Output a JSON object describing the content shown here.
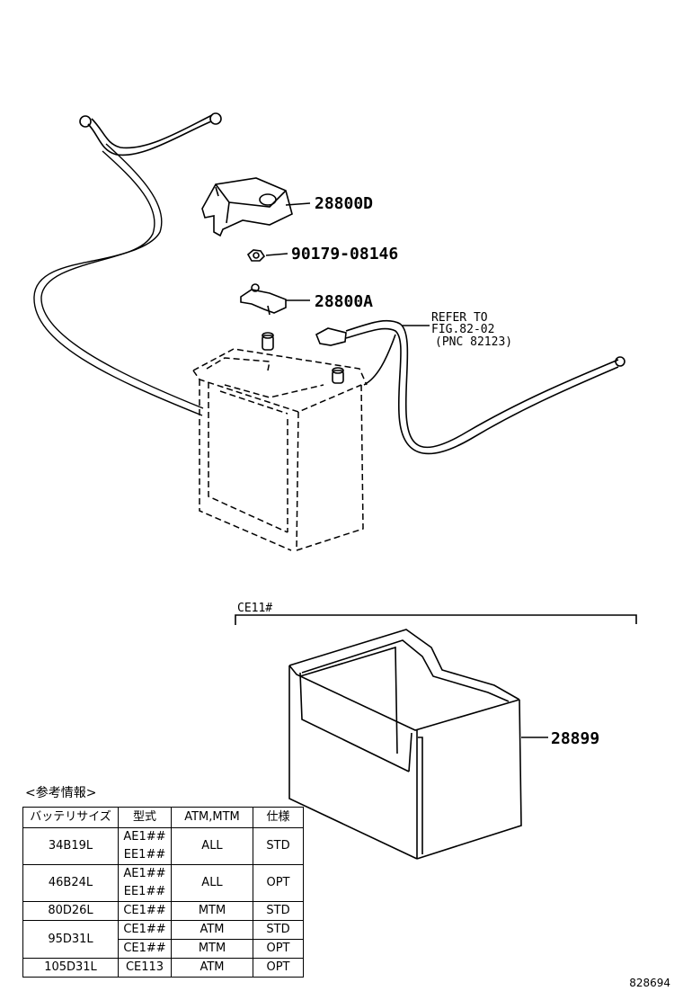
{
  "labels": {
    "cover": "28800D",
    "nut": "90179-08146",
    "clamp": "28800A",
    "tray": "28899",
    "refer_line1": "REFER TO",
    "refer_line2": "FIG.82-02",
    "refer_line3": "(PNC 82123)",
    "model_range": "CE11#"
  },
  "table": {
    "title": "<参考情報>",
    "headers": [
      "バッテリサイズ",
      "型式",
      "ATM,MTM",
      "仕様"
    ],
    "rows": [
      {
        "size": "34B19L",
        "model1": "AE1##",
        "model2": "EE1##",
        "trans": "ALL",
        "spec": "STD"
      },
      {
        "size": "46B24L",
        "model1": "AE1##",
        "model2": "EE1##",
        "trans": "ALL",
        "spec": "OPT"
      },
      {
        "size": "80D26L",
        "model1": "CE1##",
        "trans": "MTM",
        "spec": "STD"
      },
      {
        "size": "95D31L",
        "model1": "CE1##",
        "trans": "ATM",
        "spec": "STD"
      },
      {
        "model1": "CE1##",
        "trans": "MTM",
        "spec": "OPT"
      },
      {
        "size": "105D31L",
        "model1": "CE113",
        "trans": "ATM",
        "spec": "OPT"
      }
    ]
  },
  "ref_number": "828694"
}
